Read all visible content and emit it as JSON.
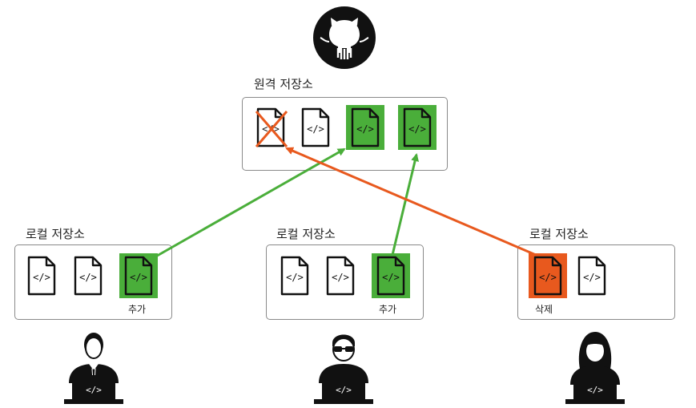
{
  "remote": {
    "label": "원격 저장소"
  },
  "locals": [
    {
      "label": "로컬 저장소",
      "caption": "추가"
    },
    {
      "label": "로컬 저장소",
      "caption": "추가"
    },
    {
      "label": "로컬 저장소",
      "caption": "삭제"
    }
  ],
  "icons": {
    "hub": "github-octocat-icon",
    "file": "code-file-icon",
    "person": "developer-at-laptop-icon"
  },
  "colors": {
    "add": "#4aae3a",
    "delete": "#e8591e",
    "outline": "#111111",
    "box_border": "#8a8a8a"
  }
}
